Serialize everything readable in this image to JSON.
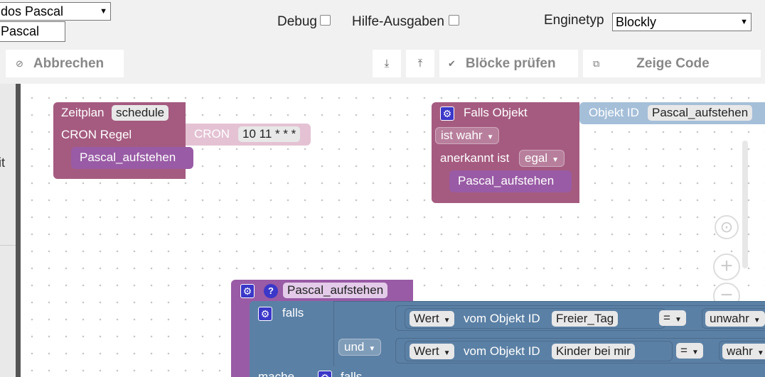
{
  "header": {
    "instance_select": "dos Pascal",
    "name_input": "Pascal",
    "debug_label": "Debug",
    "help_label": "Hilfe-Ausgaben",
    "engine_label": "Enginetyp",
    "engine_value": "Blockly"
  },
  "toolbar": {
    "cancel_label": "Abbrechen",
    "check_label": "Blöcke prüfen",
    "show_code_label": "Zeige Code",
    "export_icon": "download-icon",
    "import_icon": "upload-icon"
  },
  "sidebar": {
    "fragment": "it"
  },
  "blocks": {
    "schedule": {
      "title": "Zeitplan",
      "field": "schedule",
      "cron_label": "CRON Regel",
      "cron_block": "CRON",
      "cron_value": "10 11 * * *",
      "call": "Pascal_aufstehen"
    },
    "trigger": {
      "title": "Falls Objekt",
      "oid_label": "Objekt ID",
      "oid_value": "Pascal_aufstehen",
      "condition": "ist wahr",
      "ack_label": "anerkannt ist",
      "ack_value": "egal",
      "call": "Pascal_aufstehen"
    },
    "function": {
      "name": "Pascal_aufstehen",
      "if_label": "falls",
      "and_label": "und",
      "do_label": "mache",
      "inner_if": "falls",
      "row1": {
        "value": "Wert",
        "from": "vom Objekt ID",
        "oid": "Freier_Tag",
        "op": "=",
        "cmp": "unwahr"
      },
      "row2": {
        "value": "Wert",
        "from": "vom Objekt ID",
        "oid": "Kinder bei mir",
        "op": "=",
        "cmp": "wahr"
      }
    }
  },
  "colors": {
    "event_block": "#a55b80",
    "procedure_block": "#995ba5",
    "logic_block": "#5b80a5",
    "mutator": "#3a37c9"
  }
}
